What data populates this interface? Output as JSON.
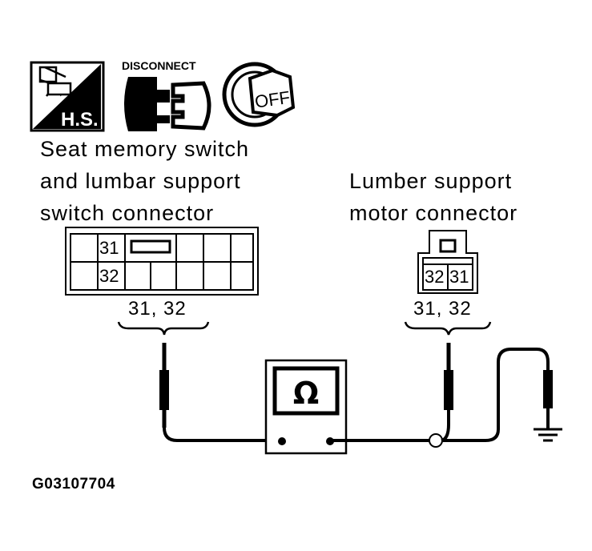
{
  "icons": {
    "harness_label": "H.S.",
    "disconnect_label": "DISCONNECT",
    "ignition_label": "OFF",
    "names": [
      "harness-sensor-icon",
      "disconnect-connector-icon",
      "ignition-off-icon"
    ]
  },
  "left_connector": {
    "caption_lines": [
      "Seat memory switch",
      "and lumbar support",
      "switch connector"
    ],
    "terminals": [
      "31",
      "32"
    ],
    "pin_label": "31, 32"
  },
  "right_connector": {
    "caption_lines": [
      "Lumber support",
      "motor connector"
    ],
    "terminals": [
      "32",
      "31"
    ],
    "pin_label": "31, 32"
  },
  "meter": {
    "symbol": "Ω"
  },
  "figure_id": "G03107704",
  "colors": {
    "ink": "#000000",
    "paper": "#ffffff"
  }
}
